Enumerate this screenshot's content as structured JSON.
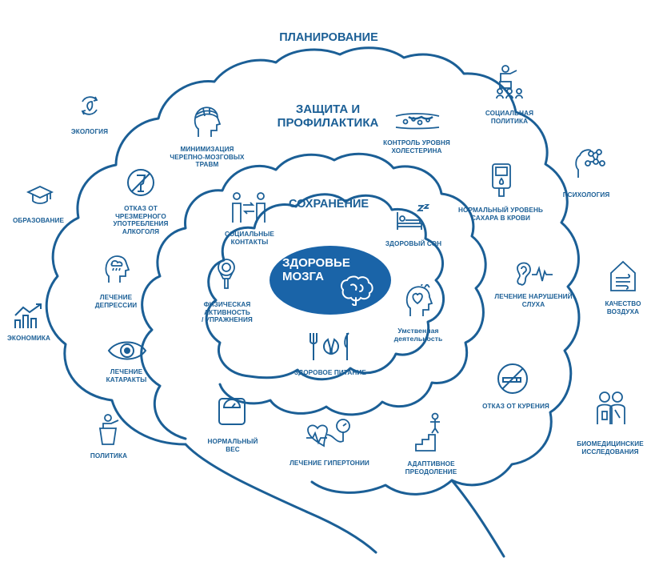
{
  "diagram": {
    "title_outer": "ПЛАНИРОВАНИЕ",
    "title_middle": "ЗАЩИТА И\nПРОФИЛАКТИКА",
    "title_inner": "СОХРАНЕНИЕ",
    "core": "ЗДОРОВЬЕ\nМОЗГА",
    "accent_color": "#1b5f96",
    "core_fill": "#1a64a8",
    "outer_items": [
      {
        "label": "ЭКОЛОГИЯ",
        "icon": "recycle-leaf-icon"
      },
      {
        "label": "СОЦИАЛЬНАЯ\nПОЛИТИКА",
        "icon": "speaker-audience-icon"
      },
      {
        "label": "ОБРАЗОВАНИЕ",
        "icon": "graduation-cap-icon"
      },
      {
        "label": "ПСИХОЛОГИЯ",
        "icon": "head-network-icon"
      },
      {
        "label": "ЭКОНОМИКА",
        "icon": "growth-chart-icon"
      },
      {
        "label": "КАЧЕСТВО\nВОЗДУХА",
        "icon": "house-air-icon"
      },
      {
        "label": "ПОЛИТИКА",
        "icon": "podium-speaker-icon"
      },
      {
        "label": "БИОМЕДИЦИНСКИЕ\nИССЛЕДОВАНИЯ",
        "icon": "researchers-icon"
      }
    ],
    "middle_items": [
      {
        "label": "МИНИМИЗАЦИЯ\nЧЕРЕПНО-МОЗГОВЫХ\nТРАВМ",
        "icon": "head-bandage-icon"
      },
      {
        "label": "КОНТРОЛЬ УРОВНЯ\nХОЛЕСТЕРИНА",
        "icon": "artery-plaque-icon"
      },
      {
        "label": "ОТКАЗ ОТ\nЧРЕЗМЕРНОГО\nУПОТРЕБЛЕНИЯ\nАЛКОГОЛЯ",
        "icon": "no-alcohol-icon"
      },
      {
        "label": "НОРМАЛЬНЫЙ УРОВЕНЬ\nСАХАРА В КРОВИ",
        "icon": "glucometer-icon"
      },
      {
        "label": "ЛЕЧЕНИЕ\nДЕПРЕССИИ",
        "icon": "head-cloud-icon"
      },
      {
        "label": "ЛЕЧЕНИЕ НАРУШЕНИЙ\nСЛУХА",
        "icon": "ear-icon"
      },
      {
        "label": "ЛЕЧЕНИЕ\nКАТАРАКТЫ",
        "icon": "eye-icon"
      },
      {
        "label": "ОТКАЗ ОТ КУРЕНИЯ",
        "icon": "no-smoking-icon"
      },
      {
        "label": "НОРМАЛЬНЫЙ\nВЕС",
        "icon": "scale-icon"
      },
      {
        "label": "ЛЕЧЕНИЕ ГИПЕРТОНИИ",
        "icon": "blood-pressure-icon"
      },
      {
        "label": "АДАПТИВНОЕ\nПРЕОДОЛЕНИЕ",
        "icon": "stairs-icon"
      }
    ],
    "inner_items": [
      {
        "label": "СОЦИАЛЬНЫЕ\nКОНТАКТЫ",
        "icon": "people-exchange-icon"
      },
      {
        "label": "ЗДОРОВЫЙ СОН",
        "icon": "bed-sleep-icon"
      },
      {
        "label": "ФИЗИЧЕСКАЯ\nАКТИВНОСТЬ\n/ УПРАЖНЕНИЯ",
        "icon": "kettlebell-icon"
      },
      {
        "label": "Умственная\nдеятельность",
        "icon": "head-heart-icon"
      },
      {
        "label": "ЗДОРОВОЕ ПИТАНИЕ",
        "icon": "fork-leaf-knife-icon"
      }
    ]
  }
}
